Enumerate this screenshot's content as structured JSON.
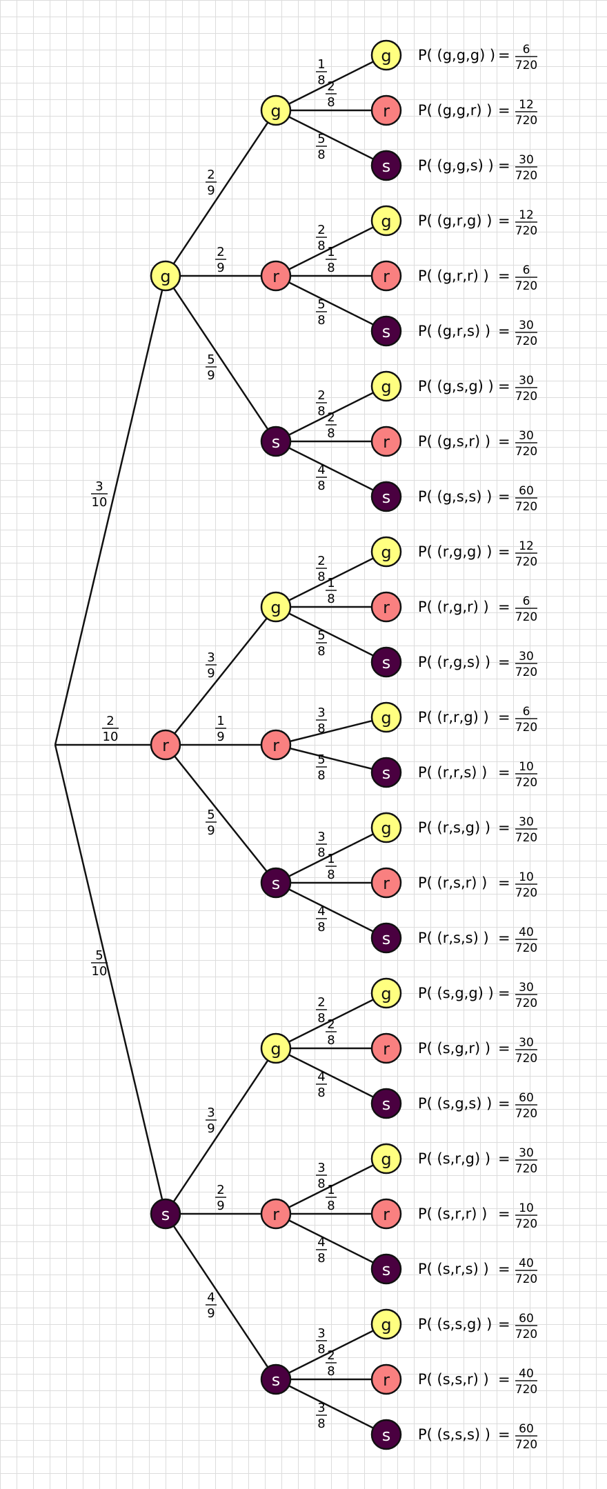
{
  "colors": {
    "g": "#ffff80",
    "r": "#f98080",
    "s": "#4a0040",
    "edge": "#111111"
  },
  "tree": {
    "label": "",
    "children": [
      {
        "label": "g",
        "p": [
          "3",
          "10"
        ],
        "children": [
          {
            "label": "g",
            "p": [
              "2",
              "9"
            ],
            "children": [
              {
                "label": "g",
                "p": [
                  "1",
                  "8"
                ],
                "result": {
                  "text": "P( (g,g,g) )",
                  "num": "6",
                  "den": "720"
                }
              },
              {
                "label": "r",
                "p": [
                  "2",
                  "8"
                ],
                "result": {
                  "text": "P( (g,g,r) )",
                  "num": "12",
                  "den": "720"
                }
              },
              {
                "label": "s",
                "p": [
                  "5",
                  "8"
                ],
                "result": {
                  "text": "P( (g,g,s) )",
                  "num": "30",
                  "den": "720"
                }
              }
            ]
          },
          {
            "label": "r",
            "p": [
              "2",
              "9"
            ],
            "children": [
              {
                "label": "g",
                "p": [
                  "2",
                  "8"
                ],
                "result": {
                  "text": "P( (g,r,g) )",
                  "num": "12",
                  "den": "720"
                }
              },
              {
                "label": "r",
                "p": [
                  "1",
                  "8"
                ],
                "result": {
                  "text": "P( (g,r,r) )",
                  "num": "6",
                  "den": "720"
                }
              },
              {
                "label": "s",
                "p": [
                  "5",
                  "8"
                ],
                "result": {
                  "text": "P( (g,r,s) )",
                  "num": "30",
                  "den": "720"
                }
              }
            ]
          },
          {
            "label": "s",
            "p": [
              "5",
              "9"
            ],
            "children": [
              {
                "label": "g",
                "p": [
                  "2",
                  "8"
                ],
                "result": {
                  "text": "P( (g,s,g) )",
                  "num": "30",
                  "den": "720"
                }
              },
              {
                "label": "r",
                "p": [
                  "2",
                  "8"
                ],
                "result": {
                  "text": "P( (g,s,r) )",
                  "num": "30",
                  "den": "720"
                }
              },
              {
                "label": "s",
                "p": [
                  "4",
                  "8"
                ],
                "result": {
                  "text": "P( (g,s,s) )",
                  "num": "60",
                  "den": "720"
                }
              }
            ]
          }
        ]
      },
      {
        "label": "r",
        "p": [
          "2",
          "10"
        ],
        "children": [
          {
            "label": "g",
            "p": [
              "3",
              "9"
            ],
            "children": [
              {
                "label": "g",
                "p": [
                  "2",
                  "8"
                ],
                "result": {
                  "text": "P( (r,g,g) )",
                  "num": "12",
                  "den": "720"
                }
              },
              {
                "label": "r",
                "p": [
                  "1",
                  "8"
                ],
                "result": {
                  "text": "P( (r,g,r) )",
                  "num": "6",
                  "den": "720"
                }
              },
              {
                "label": "s",
                "p": [
                  "5",
                  "8"
                ],
                "result": {
                  "text": "P( (r,g,s) )",
                  "num": "30",
                  "den": "720"
                }
              }
            ]
          },
          {
            "label": "r",
            "p": [
              "1",
              "9"
            ],
            "children": [
              {
                "label": "g",
                "p": [
                  "3",
                  "8"
                ],
                "result": {
                  "text": "P( (r,r,g) )",
                  "num": "6",
                  "den": "720"
                }
              },
              {
                "label": "s",
                "p": [
                  "5",
                  "8"
                ],
                "result": {
                  "text": "P( (r,r,s) )",
                  "num": "10",
                  "den": "720"
                }
              }
            ]
          },
          {
            "label": "s",
            "p": [
              "5",
              "9"
            ],
            "children": [
              {
                "label": "g",
                "p": [
                  "3",
                  "8"
                ],
                "result": {
                  "text": "P( (r,s,g) )",
                  "num": "30",
                  "den": "720"
                }
              },
              {
                "label": "r",
                "p": [
                  "1",
                  "8"
                ],
                "result": {
                  "text": "P( (r,s,r) )",
                  "num": "10",
                  "den": "720"
                }
              },
              {
                "label": "s",
                "p": [
                  "4",
                  "8"
                ],
                "result": {
                  "text": "P( (r,s,s) )",
                  "num": "40",
                  "den": "720"
                }
              }
            ]
          }
        ]
      },
      {
        "label": "s",
        "p": [
          "5",
          "10"
        ],
        "children": [
          {
            "label": "g",
            "p": [
              "3",
              "9"
            ],
            "children": [
              {
                "label": "g",
                "p": [
                  "2",
                  "8"
                ],
                "result": {
                  "text": "P( (s,g,g) )",
                  "num": "30",
                  "den": "720"
                }
              },
              {
                "label": "r",
                "p": [
                  "2",
                  "8"
                ],
                "result": {
                  "text": "P( (s,g,r) )",
                  "num": "30",
                  "den": "720"
                }
              },
              {
                "label": "s",
                "p": [
                  "4",
                  "8"
                ],
                "result": {
                  "text": "P( (s,g,s) )",
                  "num": "60",
                  "den": "720"
                }
              }
            ]
          },
          {
            "label": "r",
            "p": [
              "2",
              "9"
            ],
            "children": [
              {
                "label": "g",
                "p": [
                  "3",
                  "8"
                ],
                "result": {
                  "text": "P( (s,r,g) )",
                  "num": "30",
                  "den": "720"
                }
              },
              {
                "label": "r",
                "p": [
                  "1",
                  "8"
                ],
                "result": {
                  "text": "P( (s,r,r) )",
                  "num": "10",
                  "den": "720"
                }
              },
              {
                "label": "s",
                "p": [
                  "4",
                  "8"
                ],
                "result": {
                  "text": "P( (s,r,s) )",
                  "num": "40",
                  "den": "720"
                }
              }
            ]
          },
          {
            "label": "s",
            "p": [
              "4",
              "9"
            ],
            "children": [
              {
                "label": "g",
                "p": [
                  "3",
                  "8"
                ],
                "result": {
                  "text": "P( (s,s,g) )",
                  "num": "60",
                  "den": "720"
                }
              },
              {
                "label": "r",
                "p": [
                  "2",
                  "8"
                ],
                "result": {
                  "text": "P( (s,s,r) )",
                  "num": "40",
                  "den": "720"
                }
              },
              {
                "label": "s",
                "p": [
                  "3",
                  "8"
                ],
                "result": {
                  "text": "P( (s,s,s) )",
                  "num": "60",
                  "den": "720"
                }
              }
            ]
          }
        ]
      }
    ]
  }
}
